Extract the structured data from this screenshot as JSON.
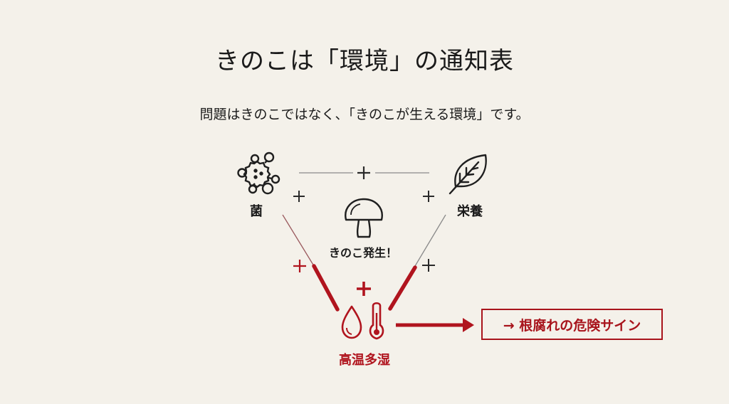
{
  "header": {
    "title": "きのこは「環境」の通知表",
    "subtitle": "問題はきのこではなく、「きのこが生える環境」です。"
  },
  "diagram": {
    "nodes": {
      "fungus": {
        "label": "菌",
        "icon": "microbe-icon"
      },
      "nutrients": {
        "label": "栄養",
        "icon": "leaf-icon"
      },
      "mushroom": {
        "label": "きのこ発生！",
        "icon": "mushroom-icon"
      },
      "environment": {
        "label": "高温多湿",
        "icons": [
          "water-drop-icon",
          "thermometer-icon"
        ]
      }
    },
    "plus_signs": {
      "top": "+",
      "upper_left": "+",
      "upper_right": "+",
      "lower_left": "+",
      "lower_right": "+",
      "bottom": "+"
    },
    "result": {
      "label": "→ 根腐れの危険サイン"
    }
  },
  "colors": {
    "background": "#f4f1ea",
    "text": "#1a1a1a",
    "accent_red": "#b0141e",
    "line_gray": "#8a8a8a"
  }
}
